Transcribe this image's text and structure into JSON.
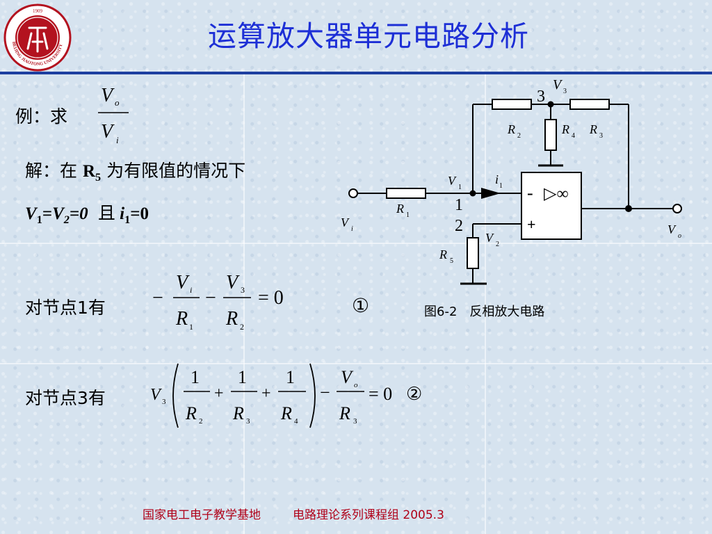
{
  "header": {
    "title": "运算放大器单元电路分析",
    "logo": {
      "text_top": "1909",
      "text_ring": "BEIJING JIAOTONG UNIVERSITY",
      "icon": "university-seal"
    }
  },
  "example": {
    "label": "例：求",
    "ratio_num": "V",
    "ratio_num_sub": "o",
    "ratio_den": "V",
    "ratio_den_sub": "i"
  },
  "solution": {
    "prefix": "解：在",
    "r5": "R",
    "r5_sub": "5",
    "suffix": "为有限值的情况下",
    "cond_v1": "V",
    "cond_v1_sub": "1",
    "cond_eq1": "=",
    "cond_v2": "V",
    "cond_v2_sub": "2",
    "cond_eq2": "=0",
    "cond_and": "且",
    "cond_i1": "i",
    "cond_i1_sub": "1",
    "cond_eq3": "=0"
  },
  "node1": {
    "label": "对节点1有",
    "minus1": "−",
    "num1": "V",
    "num1_sub": "i",
    "den1": "R",
    "den1_sub": "1",
    "minus2": "−",
    "num2": "V",
    "num2_sub": "3",
    "den2": "R",
    "den2_sub": "2",
    "rhs": "= 0",
    "tag": "①"
  },
  "node3": {
    "label": "对节点3有",
    "v": "V",
    "v_sub": "3",
    "one": "1",
    "r2": "R",
    "r2_sub": "2",
    "plus": "+",
    "r3": "R",
    "r3_sub": "3",
    "r4": "R",
    "r4_sub": "4",
    "minus": "−",
    "vo": "V",
    "vo_sub": "o",
    "r3b": "R",
    "r3b_sub": "3",
    "rhs": "= 0",
    "tag": "②"
  },
  "circuit": {
    "caption": "图6-2　反相放大电路",
    "labels": {
      "v3": "V",
      "v3_sub": "3",
      "node3": "3",
      "r2": "R",
      "r2_sub": "2",
      "r4": "R",
      "r4_sub": "4",
      "r3": "R",
      "r3_sub": "3",
      "v1": "V",
      "v1_sub": "1",
      "i1": "i",
      "i1_sub": "1",
      "r1": "R",
      "r1_sub": "1",
      "node1": "1",
      "node2": "2",
      "vi": "V",
      "vi_sub": "i",
      "v2": "V",
      "v2_sub": "2",
      "r5": "R",
      "r5_sub": "5",
      "vo": "V",
      "vo_sub": "o",
      "minus": "-",
      "plus": "+",
      "amp_symbol": "▷∞"
    }
  },
  "footer": {
    "left": "国家电工电子教学基地",
    "right": "电路理论系列课程组 2005.3"
  }
}
